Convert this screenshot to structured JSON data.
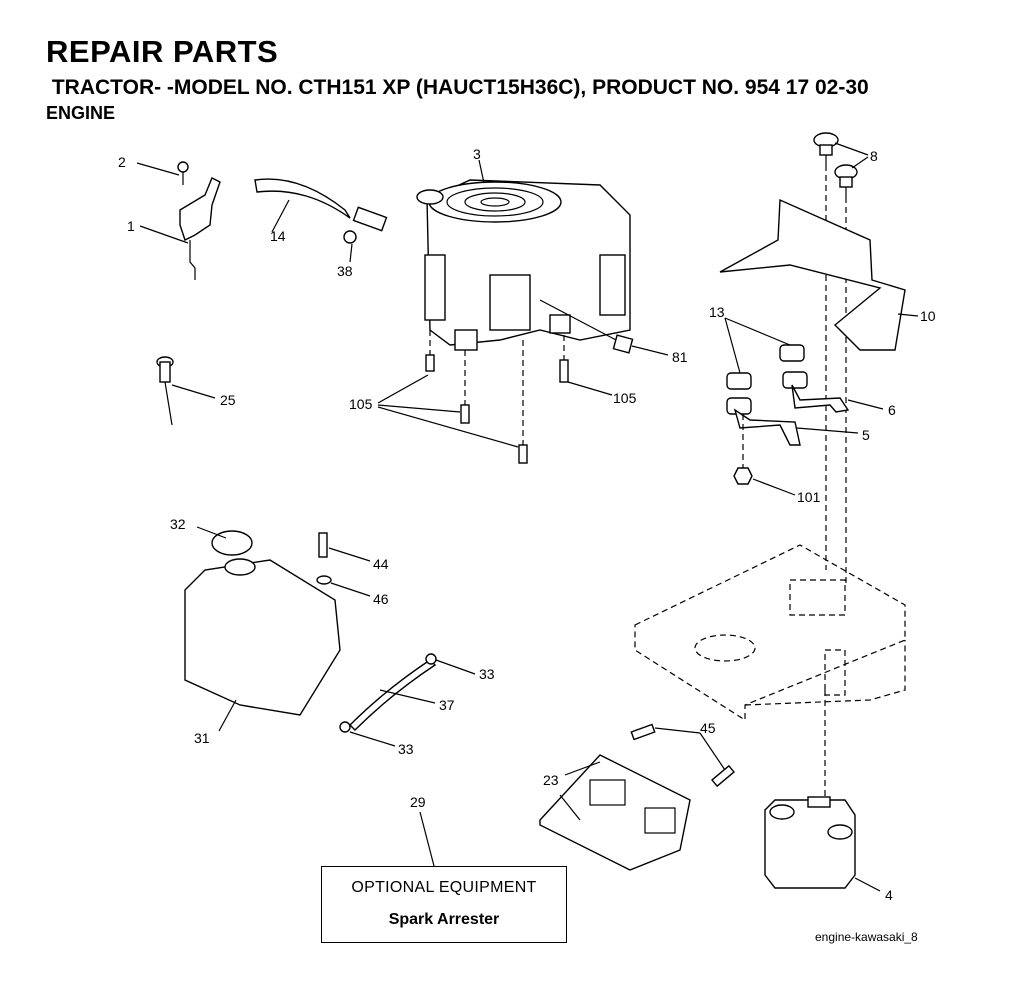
{
  "header": {
    "title": "REPAIR PARTS",
    "subtitle": " TRACTOR- -MODEL NO. CTH151 XP (HAUCT15H36C), PRODUCT NO. 954 17 02-30",
    "section": "ENGINE"
  },
  "callouts": {
    "c1": "1",
    "c2": "2",
    "c3": "3",
    "c4": "4",
    "c5": "5",
    "c6": "6",
    "c8": "8",
    "c10": "10",
    "c13": "13",
    "c14": "14",
    "c23": "23",
    "c25": "25",
    "c29": "29",
    "c31": "31",
    "c32": "32",
    "c33a": "33",
    "c33b": "33",
    "c37": "37",
    "c38": "38",
    "c44": "44",
    "c45": "45",
    "c46": "46",
    "c81": "81",
    "c101": "101",
    "c105a": "105",
    "c105b": "105"
  },
  "optional": {
    "title": "OPTIONAL EQUIPMENT",
    "item": "Spark Arrester"
  },
  "drawing_code": "engine-kawasaki_8"
}
